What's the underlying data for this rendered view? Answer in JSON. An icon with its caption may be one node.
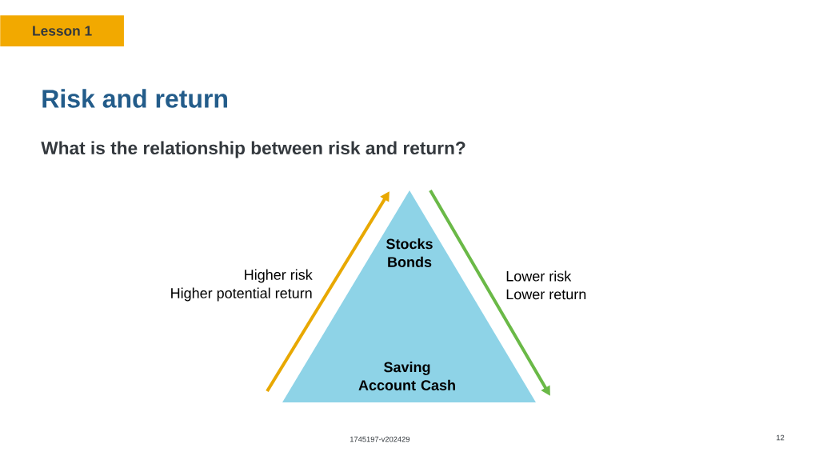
{
  "diagram": {
    "title": "Risk and return",
    "nodes": [
      {
        "text": [
          "Lesson 1"
        ]
      },
      {
        "text": [
          "Stocks Bonds",
          "Saving Account Cash"
        ]
      }
    ],
    "labels": [
      "What is the relationship between risk and return?",
      "Higher risk",
      "Higher potential return",
      "Lower risk",
      "Lower return",
      "1745197-v202429",
      "12"
    ]
  }
}
